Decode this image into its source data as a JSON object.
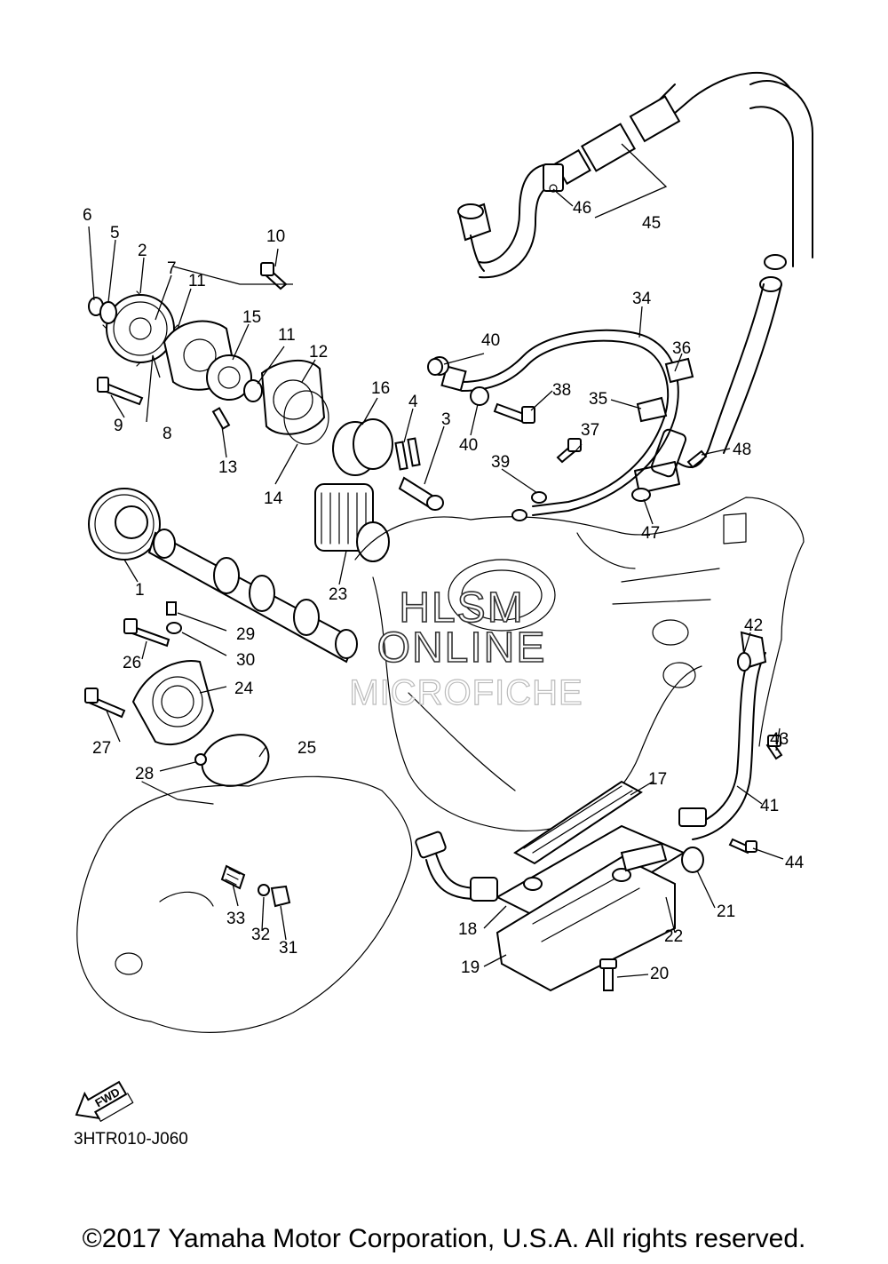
{
  "callouts": {
    "c1": "1",
    "c2": "2",
    "c3": "3",
    "c4": "4",
    "c5": "5",
    "c6": "6",
    "c7": "7",
    "c8": "8",
    "c9": "9",
    "c10": "10",
    "c11a": "11",
    "c11b": "11",
    "c12": "12",
    "c13": "13",
    "c14": "14",
    "c15": "15",
    "c16": "16",
    "c17": "17",
    "c18": "18",
    "c19": "19",
    "c20": "20",
    "c21": "21",
    "c22": "22",
    "c23": "23",
    "c24": "24",
    "c25": "25",
    "c26": "26",
    "c27": "27",
    "c28": "28",
    "c29": "29",
    "c30": "30",
    "c31": "31",
    "c32": "32",
    "c33": "33",
    "c34": "34",
    "c35": "35",
    "c36": "36",
    "c37": "37",
    "c38": "38",
    "c39": "39",
    "c40a": "40",
    "c40b": "40",
    "c41": "41",
    "c42": "42",
    "c43": "43",
    "c44": "44",
    "c45": "45",
    "c46": "46",
    "c47": "47",
    "c48": "48"
  },
  "watermark": {
    "line1": "HLSM",
    "line2": "ONLINE",
    "line3": "MICROFICHE"
  },
  "fwd_label": "FWD",
  "diagram_code": "3HTR010-J060",
  "copyright": "©2017 Yamaha Motor Corporation, U.S.A. All rights reserved."
}
